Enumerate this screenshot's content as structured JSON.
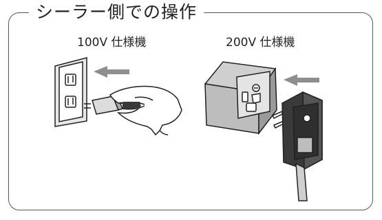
{
  "title": "シーラー側での操作",
  "left_panel": {
    "label": "100V 仕様機"
  },
  "right_panel": {
    "label": "200V 仕様機"
  },
  "icons": [
    "wall-outlet-icon",
    "plug-in-hand-icon",
    "arrow-left-icon",
    "voltage-adapter-icon",
    "adapter-plug-icon"
  ],
  "colors": {
    "line": "#231f20",
    "arrow": "#8e8e8e",
    "face": "#dcdcdc",
    "dark": "#3a3a3a"
  }
}
